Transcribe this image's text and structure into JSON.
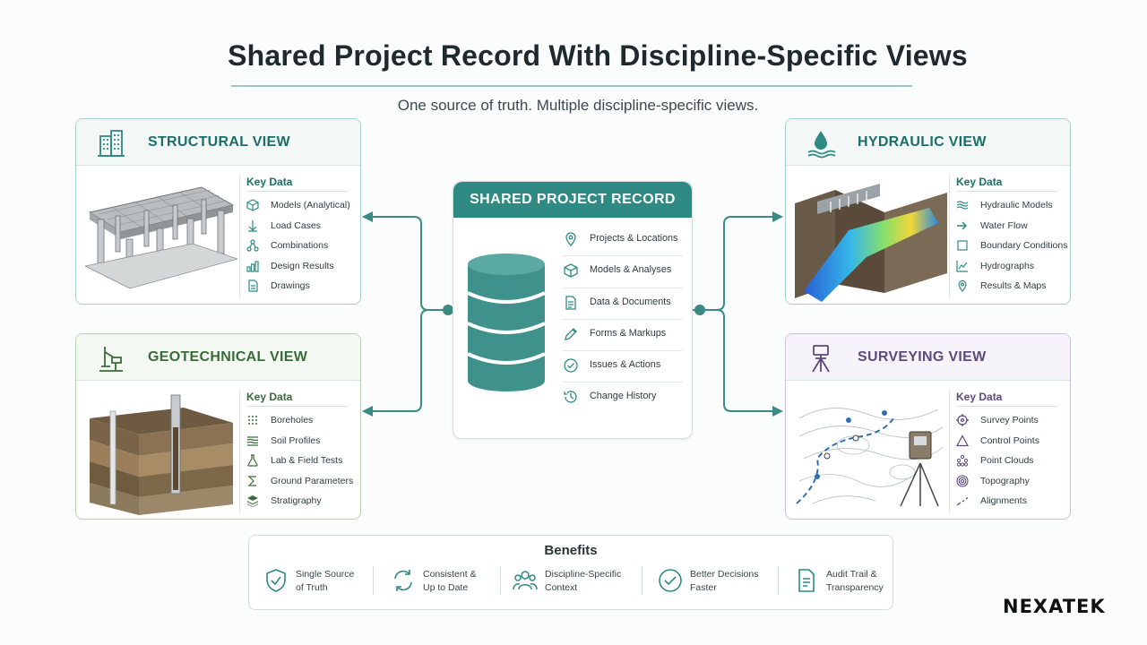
{
  "title": "Shared Project Record With Discipline-Specific Views",
  "subtitle": "One source of truth. Multiple discipline-specific views.",
  "key_data_label": "Key Data",
  "structural": {
    "title": "STRUCTURAL VIEW",
    "items": [
      "Models (Analytical)",
      "Load Cases",
      "Combinations",
      "Design Results",
      "Drawings"
    ]
  },
  "geotechnical": {
    "title": "GEOTECHNICAL VIEW",
    "items": [
      "Boreholes",
      "Soil Profiles",
      "Lab & Field Tests",
      "Ground Parameters",
      "Stratigraphy"
    ]
  },
  "hydraulic": {
    "title": "HYDRAULIC VIEW",
    "items": [
      "Hydraulic Models",
      "Water Flow",
      "Boundary Conditions",
      "Hydrographs",
      "Results & Maps"
    ]
  },
  "surveying": {
    "title": "SURVEYING VIEW",
    "items": [
      "Survey Points",
      "Control Points",
      "Point Clouds",
      "Topography",
      "Alignments"
    ]
  },
  "shared": {
    "title": "SHARED PROJECT RECORD",
    "items": [
      "Projects & Locations",
      "Models & Analyses",
      "Data & Documents",
      "Forms & Markups",
      "Issues & Actions",
      "Change History"
    ]
  },
  "benefits": {
    "title": "Benefits",
    "items": [
      {
        "line1": "Single Source",
        "line2": "of Truth"
      },
      {
        "line1": "Consistent &",
        "line2": "Up to Date"
      },
      {
        "line1": "Discipline-Specific",
        "line2": "Context"
      },
      {
        "line1": "Better Decisions",
        "line2": "Faster"
      },
      {
        "line1": "Audit Trail &",
        "line2": "Transparency"
      }
    ]
  },
  "logo": "NEXATEK",
  "colors": {
    "teal": "#2f8a83",
    "green": "#3b6b3a",
    "purple": "#5d4a7f"
  }
}
